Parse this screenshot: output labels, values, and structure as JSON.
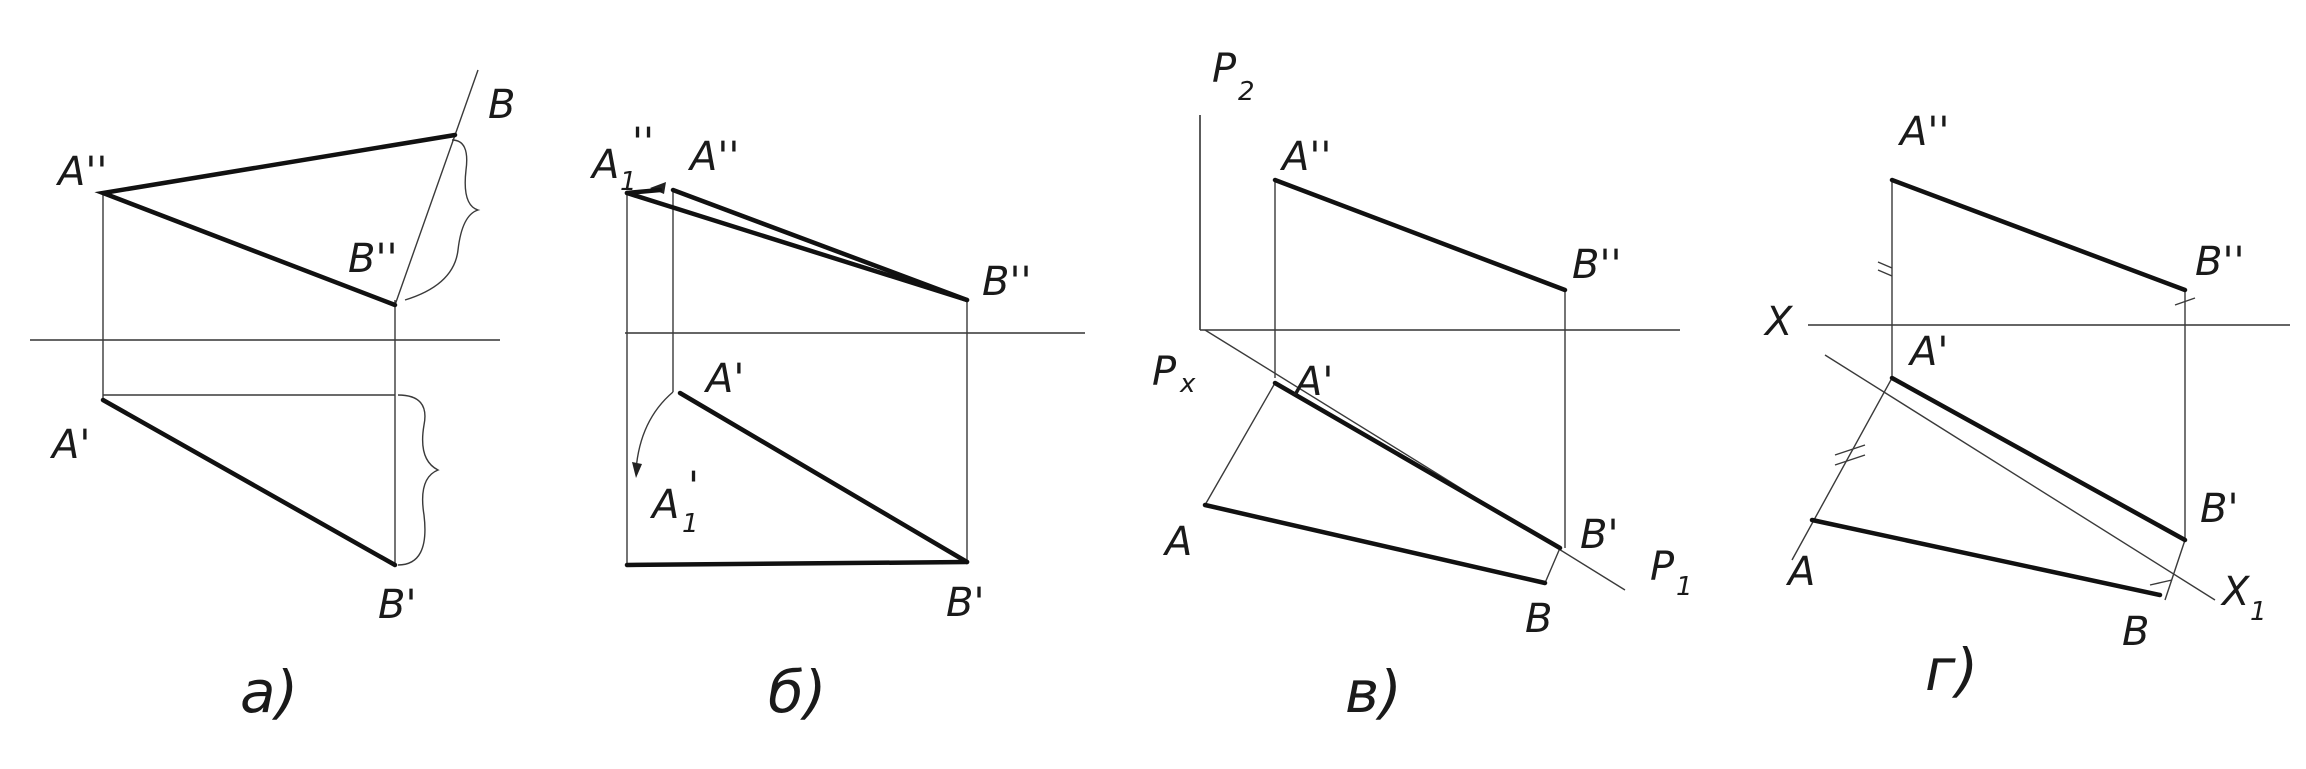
{
  "panels": {
    "a": {
      "caption": "а)",
      "labels": {
        "A2": "A''",
        "B2": "B''",
        "B": "B",
        "A1": "A'",
        "B1": "B'"
      }
    },
    "b": {
      "caption": "б)",
      "labels": {
        "A12_main": "A",
        "A12_sub": "1",
        "A12_prime": "''",
        "A2": "A''",
        "B2": "B''",
        "A1": "A'",
        "A11_main": "A",
        "A11_sub": "1",
        "A11_prime": "'",
        "B1": "B'"
      }
    },
    "c": {
      "caption": "в)",
      "labels": {
        "P2_main": "P",
        "P2_sub": "2",
        "A2": "A''",
        "B2": "B''",
        "Px_main": "P",
        "Px_sub": "x",
        "A1": "A'",
        "A": "A",
        "B1": "B'",
        "B": "B",
        "P1_main": "P",
        "P1_sub": "1"
      }
    },
    "d": {
      "caption": "г)",
      "labels": {
        "A2": "A''",
        "B2": "B''",
        "X": "X",
        "A1": "A'",
        "B1": "B'",
        "A": "A",
        "B": "B",
        "X1_main": "X",
        "X1_sub": "1"
      }
    }
  }
}
